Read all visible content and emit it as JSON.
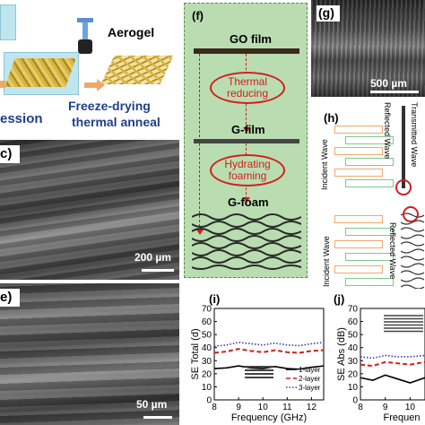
{
  "panel_a": {
    "aerogel_label": "Aerogel",
    "process_left": "ession",
    "process_right_1": "Freeze-drying",
    "process_right_2": "thermal anneal"
  },
  "panel_c": {
    "letter": "c)",
    "scale_label": "200 µm"
  },
  "panel_e": {
    "letter": "e)",
    "scale_label": "50 µm"
  },
  "panel_f": {
    "letter": "(f)",
    "go_film": "GO film",
    "step1": "Thermal reducing",
    "g_film": "G-film",
    "step2": "Hydrating foaming",
    "g_foam": "G-foam"
  },
  "panel_g": {
    "letter": "(g)",
    "scale_label": "500 µm"
  },
  "panel_h": {
    "letter": "(h)",
    "incident_wave": "Incident Wave",
    "reflected_wave": "Reflected Wave",
    "transmitted_wave": "Transmitted Wave",
    "incident_wave_2": "Incident Wave",
    "reflected_wave_2": "Reflected Wave"
  },
  "panel_i": {
    "letter": "(i)"
  },
  "panel_j": {
    "letter": "(j)"
  },
  "colors": {
    "green_bg": "#b9ddb0",
    "red": "#d21e1e",
    "blue": "#3a3ab5",
    "arrow_orange": "#f0a868",
    "arrow_green": "#7fc98a"
  },
  "chart_data": [
    {
      "type": "line",
      "panel": "i",
      "ylabel": "SE Total (d)",
      "xlabel": "Frequency (GHz)",
      "xlim": [
        8,
        12.5
      ],
      "ylim": [
        0,
        70
      ],
      "x_ticks": [
        8,
        9,
        10,
        11,
        12
      ],
      "y_ticks": [
        0,
        10,
        20,
        30,
        40,
        50,
        60,
        70
      ],
      "legend_position": "bottom-right",
      "x": [
        8,
        8.5,
        9,
        9.5,
        10,
        10.5,
        11,
        11.5,
        12,
        12.5
      ],
      "series": [
        {
          "name": "1-layer",
          "color": "#000000",
          "dash": "solid",
          "values": [
            24,
            24.5,
            26,
            24.5,
            24,
            25.5,
            24,
            23.5,
            25,
            26
          ]
        },
        {
          "name": "2-layer",
          "color": "#d21e1e",
          "dash": "dashed",
          "values": [
            36,
            37,
            39,
            37.5,
            36.5,
            38,
            36.5,
            36,
            37.5,
            38
          ]
        },
        {
          "name": "3-layer",
          "color": "#3a3ab5",
          "dash": "dotted",
          "values": [
            41,
            42,
            44,
            43,
            42,
            43.5,
            42,
            41.5,
            43,
            44
          ]
        }
      ]
    },
    {
      "type": "line",
      "panel": "j",
      "ylabel": "SE Abs (dB)",
      "xlabel": "Frequen",
      "xlim": [
        8,
        10.6
      ],
      "ylim": [
        0,
        70
      ],
      "x_ticks": [
        8,
        9,
        10
      ],
      "y_ticks": [
        0,
        10,
        20,
        30,
        40,
        50,
        60,
        70
      ],
      "x": [
        8,
        8.5,
        9,
        9.5,
        10,
        10.6
      ],
      "series": [
        {
          "name": "1-layer",
          "color": "#000000",
          "dash": "solid",
          "values": [
            17,
            15,
            19,
            16,
            13,
            17
          ]
        },
        {
          "name": "2-layer",
          "color": "#d21e1e",
          "dash": "dashed",
          "values": [
            27,
            26,
            29,
            28,
            27,
            29
          ]
        },
        {
          "name": "3-layer",
          "color": "#3a3ab5",
          "dash": "dotted",
          "values": [
            33,
            32,
            34,
            33,
            33,
            34
          ]
        }
      ]
    }
  ]
}
